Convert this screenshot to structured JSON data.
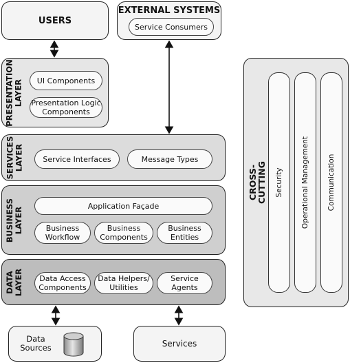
{
  "users": "USERS",
  "external_systems": {
    "title": "EXTERNAL SYSTEMS",
    "item": "Service Consumers"
  },
  "presentation": {
    "label": "PRESENTATION\nLAYER",
    "items": [
      "UI Components",
      "Presentation Logic\nComponents"
    ]
  },
  "services": {
    "label": "SERVICES\nLAYER",
    "items": [
      "Service Interfaces",
      "Message Types"
    ]
  },
  "business": {
    "label": "BUSINESS\nLAYER",
    "facade": "Application Façade",
    "items": [
      "Business\nWorkflow",
      "Business\nComponents",
      "Business\nEntities"
    ]
  },
  "data": {
    "label": "DATA\nLAYER",
    "items": [
      "Data Access\nComponents",
      "Data Helpers/\nUtilities",
      "Service\nAgents"
    ]
  },
  "data_sources": "Data\nSources",
  "services_bottom": "Services",
  "cross_cutting": {
    "title": "CROSS-CUTTING",
    "items": [
      "Security",
      "Operational Management",
      "Communication"
    ]
  },
  "colors": {
    "presentation_bg": "#e6e6e6",
    "services_bg": "#dcdcdc",
    "business_bg": "#cfcfcf",
    "data_bg": "#bdbdbd",
    "cross_bg": "#e8e8e8"
  }
}
